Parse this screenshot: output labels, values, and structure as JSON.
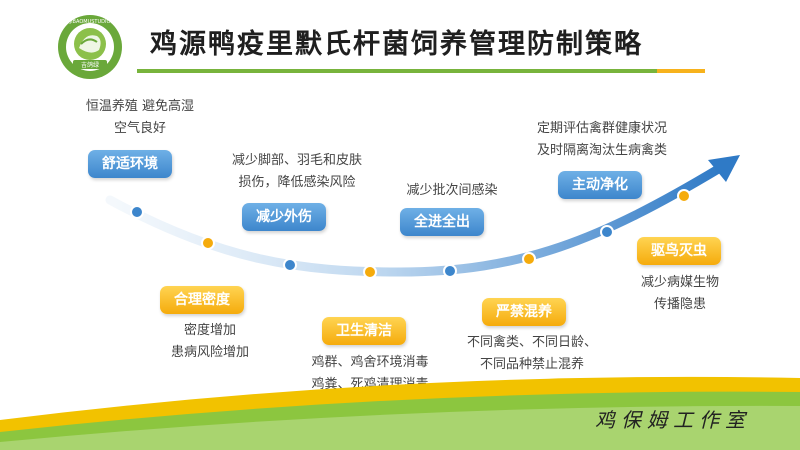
{
  "header": {
    "title": "鸡源鸭疫里默氏杆菌饲养管理防制策略",
    "logo_text": "JIBAOMUSTUDIO",
    "logo_sub": "吉鸽绿"
  },
  "strategies": [
    {
      "label": "舒适环境",
      "desc_line1": "恒温养殖 避免高湿",
      "desc_line2": "空气良好"
    },
    {
      "label": "合理密度",
      "desc_line1": "密度增加",
      "desc_line2": "患病风险增加"
    },
    {
      "label": "减少外伤",
      "desc_line1": "减少脚部、羽毛和皮肤",
      "desc_line2": "损伤，降低感染风险"
    },
    {
      "label": "卫生清洁",
      "desc_line1": "鸡群、鸡舍环境消毒",
      "desc_line2": "鸡粪、死鸡清理消毒"
    },
    {
      "label": "全进全出",
      "desc_line1": "减少批次间感染",
      "desc_line2": ""
    },
    {
      "label": "严禁混养",
      "desc_line1": "不同禽类、不同日龄、",
      "desc_line2": "不同品种禁止混养"
    },
    {
      "label": "主动净化",
      "desc_line1": "定期评估禽群健康状况",
      "desc_line2": "及时隔离淘汰生病禽类"
    },
    {
      "label": "驱鸟灭虫",
      "desc_line1": "减少病媒生物",
      "desc_line2": "传播隐患"
    }
  ],
  "footer": {
    "slogan": "鸡保姆工作室"
  },
  "colors": {
    "blue": "#3d86cc",
    "yellow": "#f5ab0c",
    "green": "#78b43c"
  }
}
